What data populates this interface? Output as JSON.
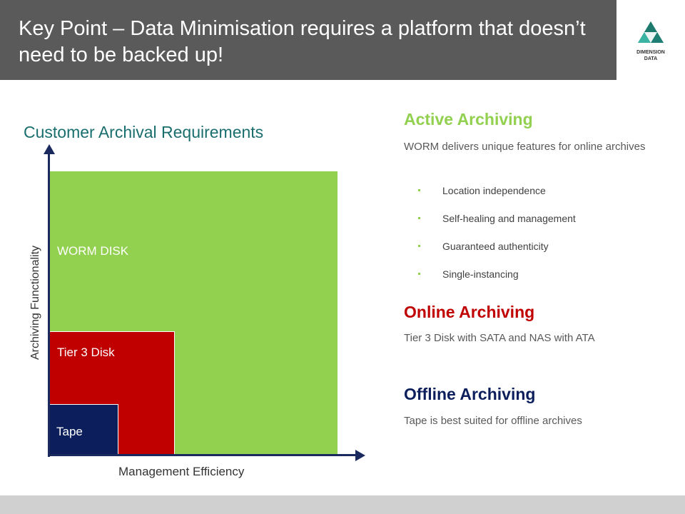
{
  "header": {
    "title": "Key Point – Data Minimisation  requires a platform that doesn’t need to be backed up!",
    "logo_text": [
      "DIMENSION",
      "DATA"
    ],
    "colors": {
      "background": "#5a5a5a",
      "text": "#ffffff"
    }
  },
  "diagram": {
    "title": "Customer Archival Requirements",
    "y_axis_label": "Archiving Functionality",
    "x_axis_label": "Management Efficiency",
    "blocks": [
      {
        "label": "WORM DISK",
        "color": "#92d050"
      },
      {
        "label": "Tier 3 Disk",
        "color": "#c00000"
      },
      {
        "label": "Tape",
        "color": "#0c1f5c"
      }
    ]
  },
  "sections": {
    "active": {
      "title": "Active Archiving",
      "description": "WORM delivers unique features for online archives",
      "bullets": [
        "Location independence",
        "Self-healing and management",
        "Guaranteed authenticity",
        "Single-instancing"
      ],
      "color": "#92d050"
    },
    "online": {
      "title": "Online Archiving",
      "description": "Tier 3 Disk with SATA and NAS with ATA",
      "color": "#c00000"
    },
    "offline": {
      "title": "Offline Archiving",
      "description": "Tape is best suited for offline archives",
      "color": "#0c1f5c"
    }
  }
}
